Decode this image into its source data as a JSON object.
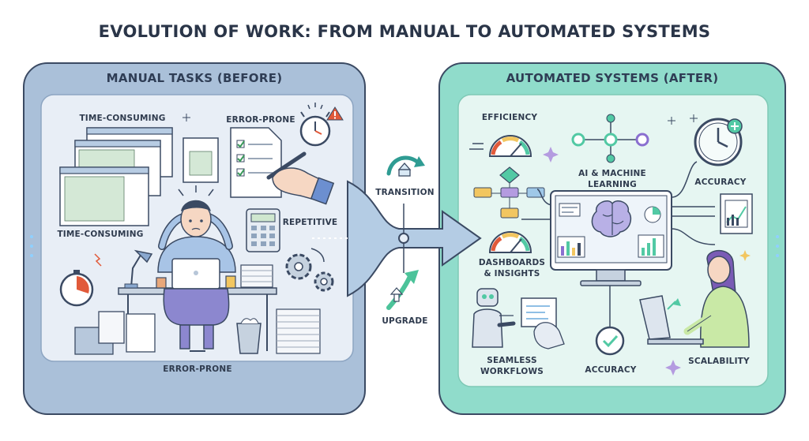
{
  "title": "EVOLUTION OF WORK: FROM MANUAL TO AUTOMATED SYSTEMS",
  "left_panel": {
    "heading": "MANUAL TASKS (BEFORE)",
    "labels": {
      "time_consuming_top": "TIME-CONSUMING",
      "error_prone_top": "ERROR-PRONE",
      "time_consuming_left": "TIME-CONSUMING",
      "repetitive": "REPETITIVE",
      "error_prone_bottom": "ERROR-PRONE"
    }
  },
  "center": {
    "transition": "TRANSITION",
    "upgrade": "UPGRADE"
  },
  "right_panel": {
    "heading": "AUTOMATED SYSTEMS (AFTER)",
    "labels": {
      "efficiency": "EFFICIENCY",
      "ai_ml": "AI & MACHINE LEARNING",
      "accuracy_top": "ACCURACY",
      "dashboards_line1": "DASHBOARDS",
      "dashboards_line2": "& INSIGHTS",
      "workflows_line1": "SEAMLESS",
      "workflows_line2": "WORKFLOWS",
      "accuracy_bottom": "ACCURACY",
      "scalability": "SCALABILITY"
    }
  },
  "colors": {
    "left_panel_fill": "#a9bfd8",
    "left_panel_inner": "#e6edf5",
    "right_panel_fill": "#8edcc9",
    "right_panel_inner": "#e4f5f1",
    "arrow": "#a8c3df",
    "accent_green": "#52c9a4",
    "accent_purple": "#8a6fd0",
    "alert_red": "#e15a3a"
  }
}
